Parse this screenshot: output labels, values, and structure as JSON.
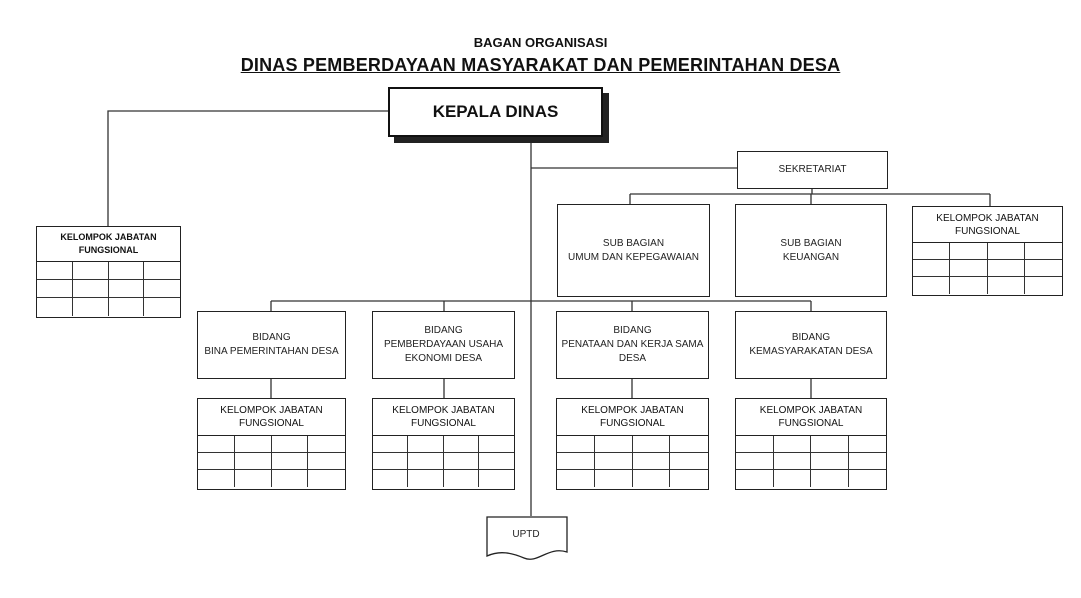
{
  "header": {
    "subtitle": "BAGAN ORGANISASI",
    "title": "DINAS PEMBERDAYAAN MASYARAKAT DAN PEMERINTAHAN DESA"
  },
  "kepala_dinas": "KEPALA DINAS",
  "sekretariat": "SEKRETARIAT",
  "sub_bagian": [
    {
      "label": "SUB BAGIAN\nUMUM DAN KEPEGAWAIAN"
    },
    {
      "label": "SUB BAGIAN\nKEUANGAN"
    }
  ],
  "kelompok_jabatan_fungsional": "KELOMPOK JABATAN\nFUNGSIONAL",
  "bidang": [
    {
      "label": "BIDANG\nBINA PEMERINTAHAN DESA"
    },
    {
      "label": "BIDANG\nPEMBERDAYAAN USAHA\nEKONOMI DESA"
    },
    {
      "label": "BIDANG\nPENATAAN DAN KERJA SAMA\nDESA"
    },
    {
      "label": "BIDANG\nKEMASYARAKATAN DESA"
    }
  ],
  "uptd": "UPTD",
  "colors": {
    "line": "#222222",
    "shadow": "#222222",
    "background": "#ffffff"
  }
}
